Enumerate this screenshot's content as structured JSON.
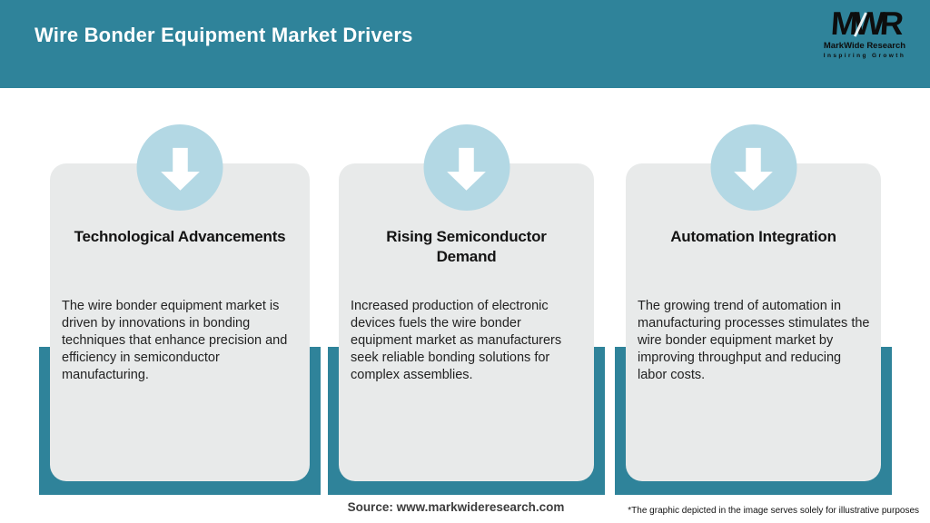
{
  "header": {
    "title": "Wire Bonder Equipment Market Drivers",
    "logo": {
      "monogram": "MWR",
      "name": "MarkWide Research",
      "tagline": "Inspiring Growth"
    }
  },
  "cards": [
    {
      "title": "Technological Advancements",
      "body": "The wire bonder equipment market is driven by innovations in bonding techniques that enhance precision and efficiency in semiconductor manufacturing."
    },
    {
      "title": "Rising Semiconductor Demand",
      "body": "Increased production of electronic devices fuels the wire bonder equipment market as manufacturers seek reliable bonding solutions for complex assemblies."
    },
    {
      "title": "Automation Integration",
      "body": "The growing trend of automation in manufacturing processes stimulates the wire bonder equipment market by improving throughput and reducing labor costs."
    }
  ],
  "footer": {
    "source": "Source: www.markwideresearch.com",
    "disclaimer": "*The graphic depicted in the image serves solely for illustrative purposes"
  },
  "colors": {
    "accent_teal": "#2F839A",
    "circle_blue": "#B3D8E4",
    "card_gray": "#E8EAEA",
    "arrow_white": "#FFFFFF"
  },
  "icons": [
    {
      "name": "down-arrow-icon",
      "meaning": "driver indicator arrow"
    }
  ]
}
